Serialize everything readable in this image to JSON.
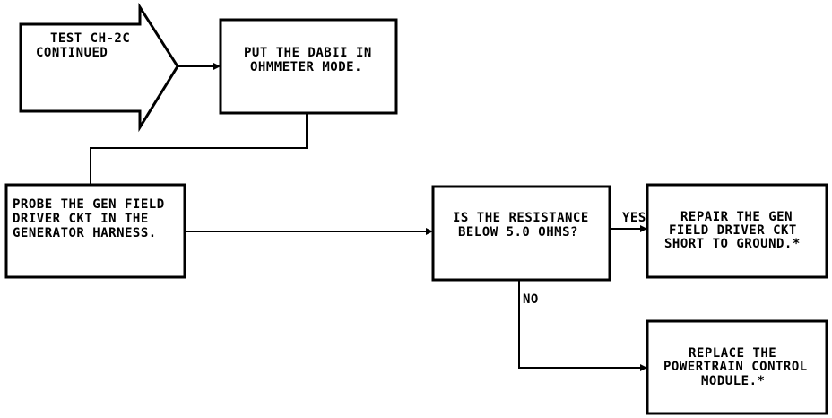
{
  "nodes": {
    "start": {
      "lines": [
        "TEST CH-2C",
        "CONTINUED"
      ]
    },
    "put_dabii": {
      "lines": [
        "PUT THE DABII IN",
        "OHMMETER MODE."
      ]
    },
    "probe": {
      "lines": [
        "PROBE THE GEN FIELD",
        "DRIVER CKT IN THE",
        "GENERATOR HARNESS."
      ]
    },
    "question": {
      "lines": [
        "IS THE RESISTANCE",
        "BELOW 5.0 OHMS?"
      ]
    },
    "repair": {
      "lines": [
        "REPAIR THE GEN",
        "FIELD DRIVER CKT",
        "SHORT TO GROUND.*"
      ]
    },
    "replace": {
      "lines": [
        "REPLACE THE",
        "POWERTRAIN CONTROL",
        "MODULE.*"
      ]
    }
  },
  "edges": {
    "yes_label": "YES",
    "no_label": "NO"
  }
}
